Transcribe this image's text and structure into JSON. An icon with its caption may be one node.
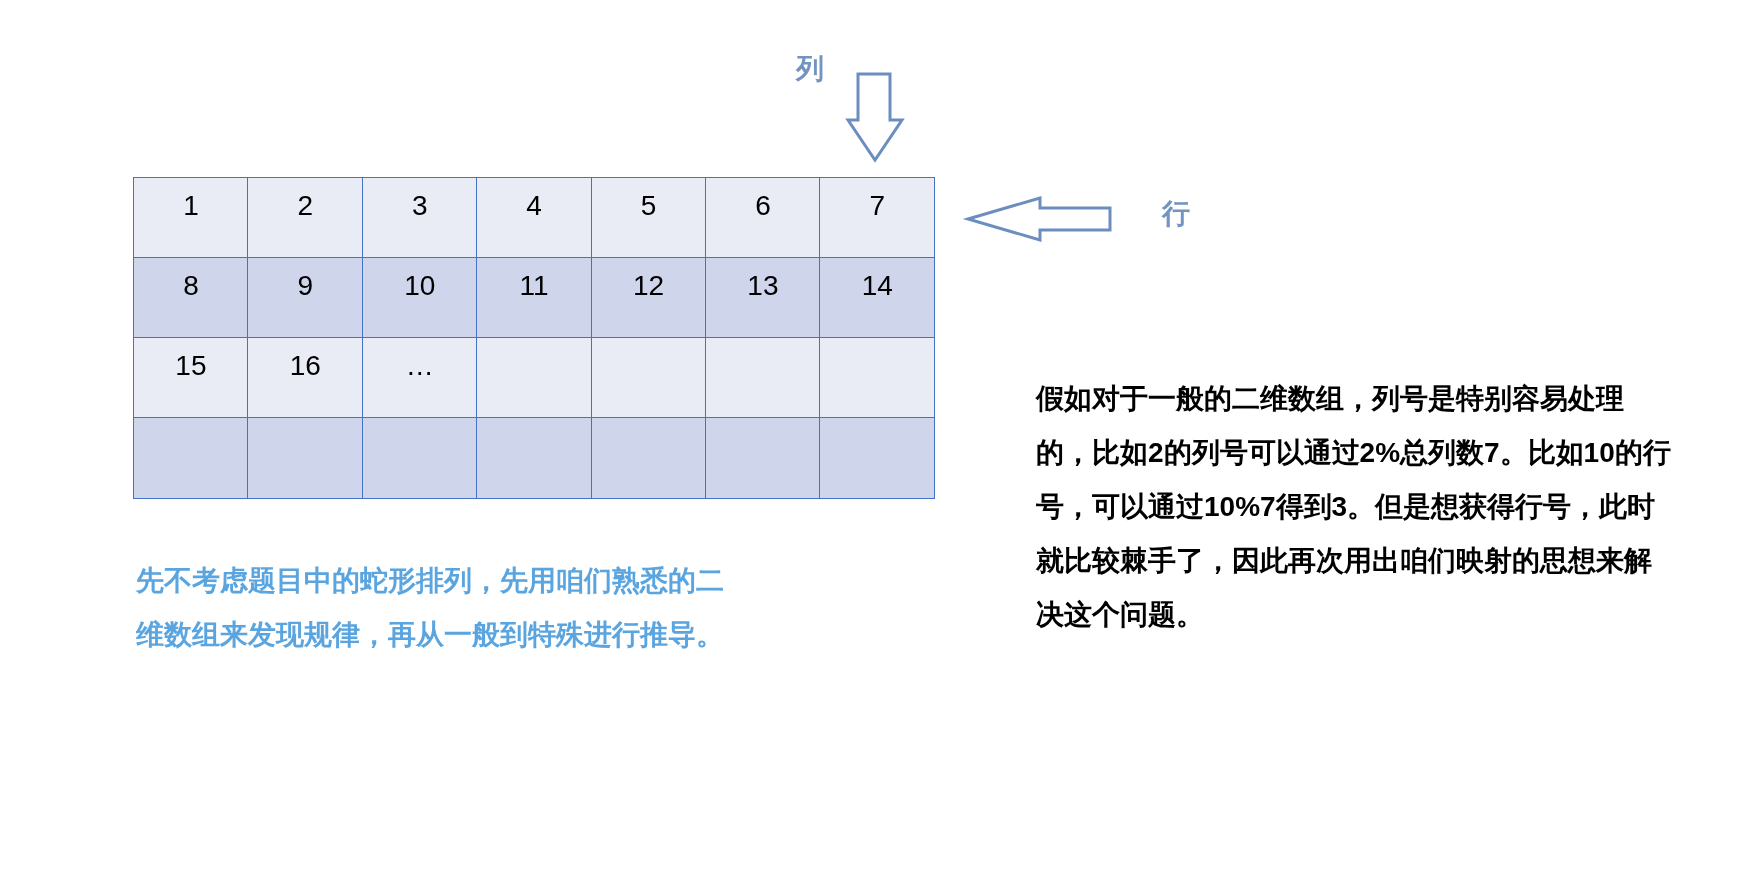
{
  "diagram": {
    "labels": [
      "列",
      "行",
      "1",
      "2",
      "3",
      "4",
      "5",
      "6",
      "7",
      "8",
      "9",
      "10",
      "11",
      "12",
      "13",
      "14",
      "15",
      "16",
      "…",
      "先不考虑题目中的蛇形排列，先用咱们熟悉的二维数组来发现规律，再从一般到特殊进行推导。",
      "假如对于一般的二维数组，列号是特别容易处理的，比如2的列号可以通过2%总列数7。比如10的行号，可以通过10%7得到3。但是想获得行号，此时就比较棘手了，因此再次用出咱们映射的思想来解决这个问题。"
    ]
  }
}
